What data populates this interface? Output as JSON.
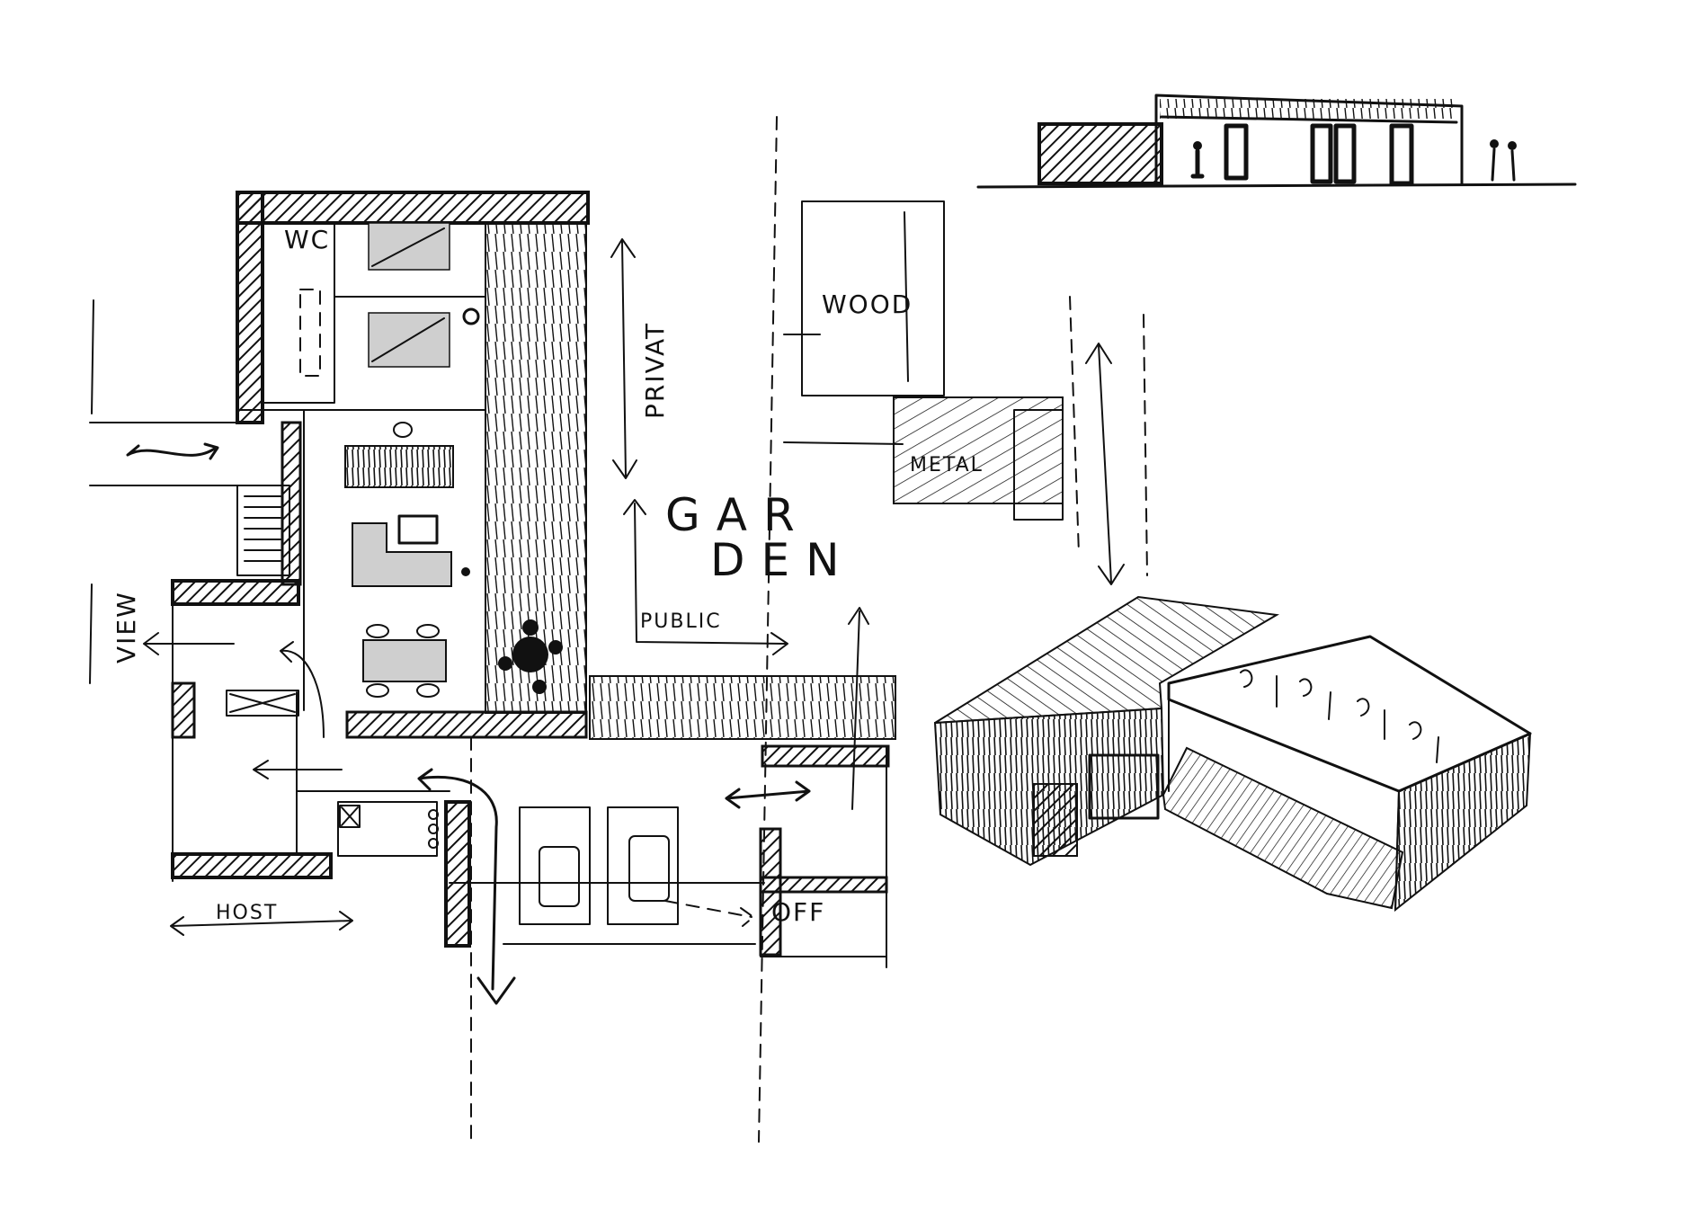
{
  "labels": {
    "woc": "WC",
    "privat": "PRIVAT",
    "view": "VIEW",
    "garden_line1": "GAR",
    "garden_line2": "DEN",
    "public": "PUBLIC",
    "wood": "WOOD",
    "metal": "METAL",
    "host": "HOST",
    "off": "OFF"
  },
  "colors": {
    "ink": "#111111",
    "paper": "#ffffff",
    "tone": "#cfcfcf"
  }
}
